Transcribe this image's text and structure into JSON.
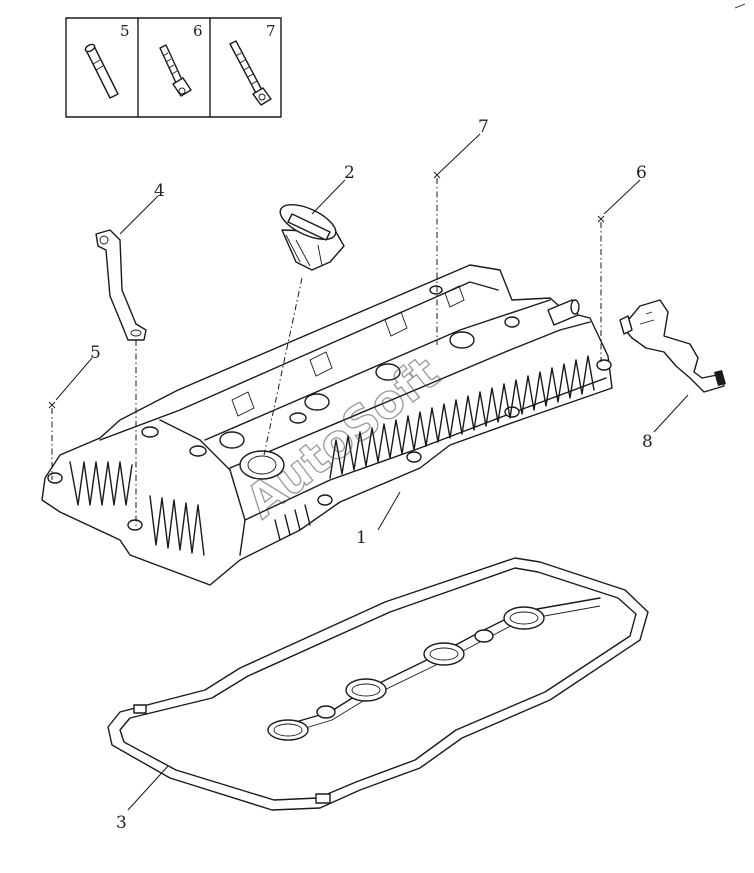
{
  "diagram": {
    "callouts": {
      "c1": "1",
      "c2": "2",
      "c3": "3",
      "c4": "4",
      "c5": "5",
      "c6": "6",
      "c7": "7",
      "c8": "8"
    },
    "legend_box": {
      "b5": "5",
      "b6": "6",
      "b7": "7"
    },
    "watermark": "AutoSoft"
  }
}
